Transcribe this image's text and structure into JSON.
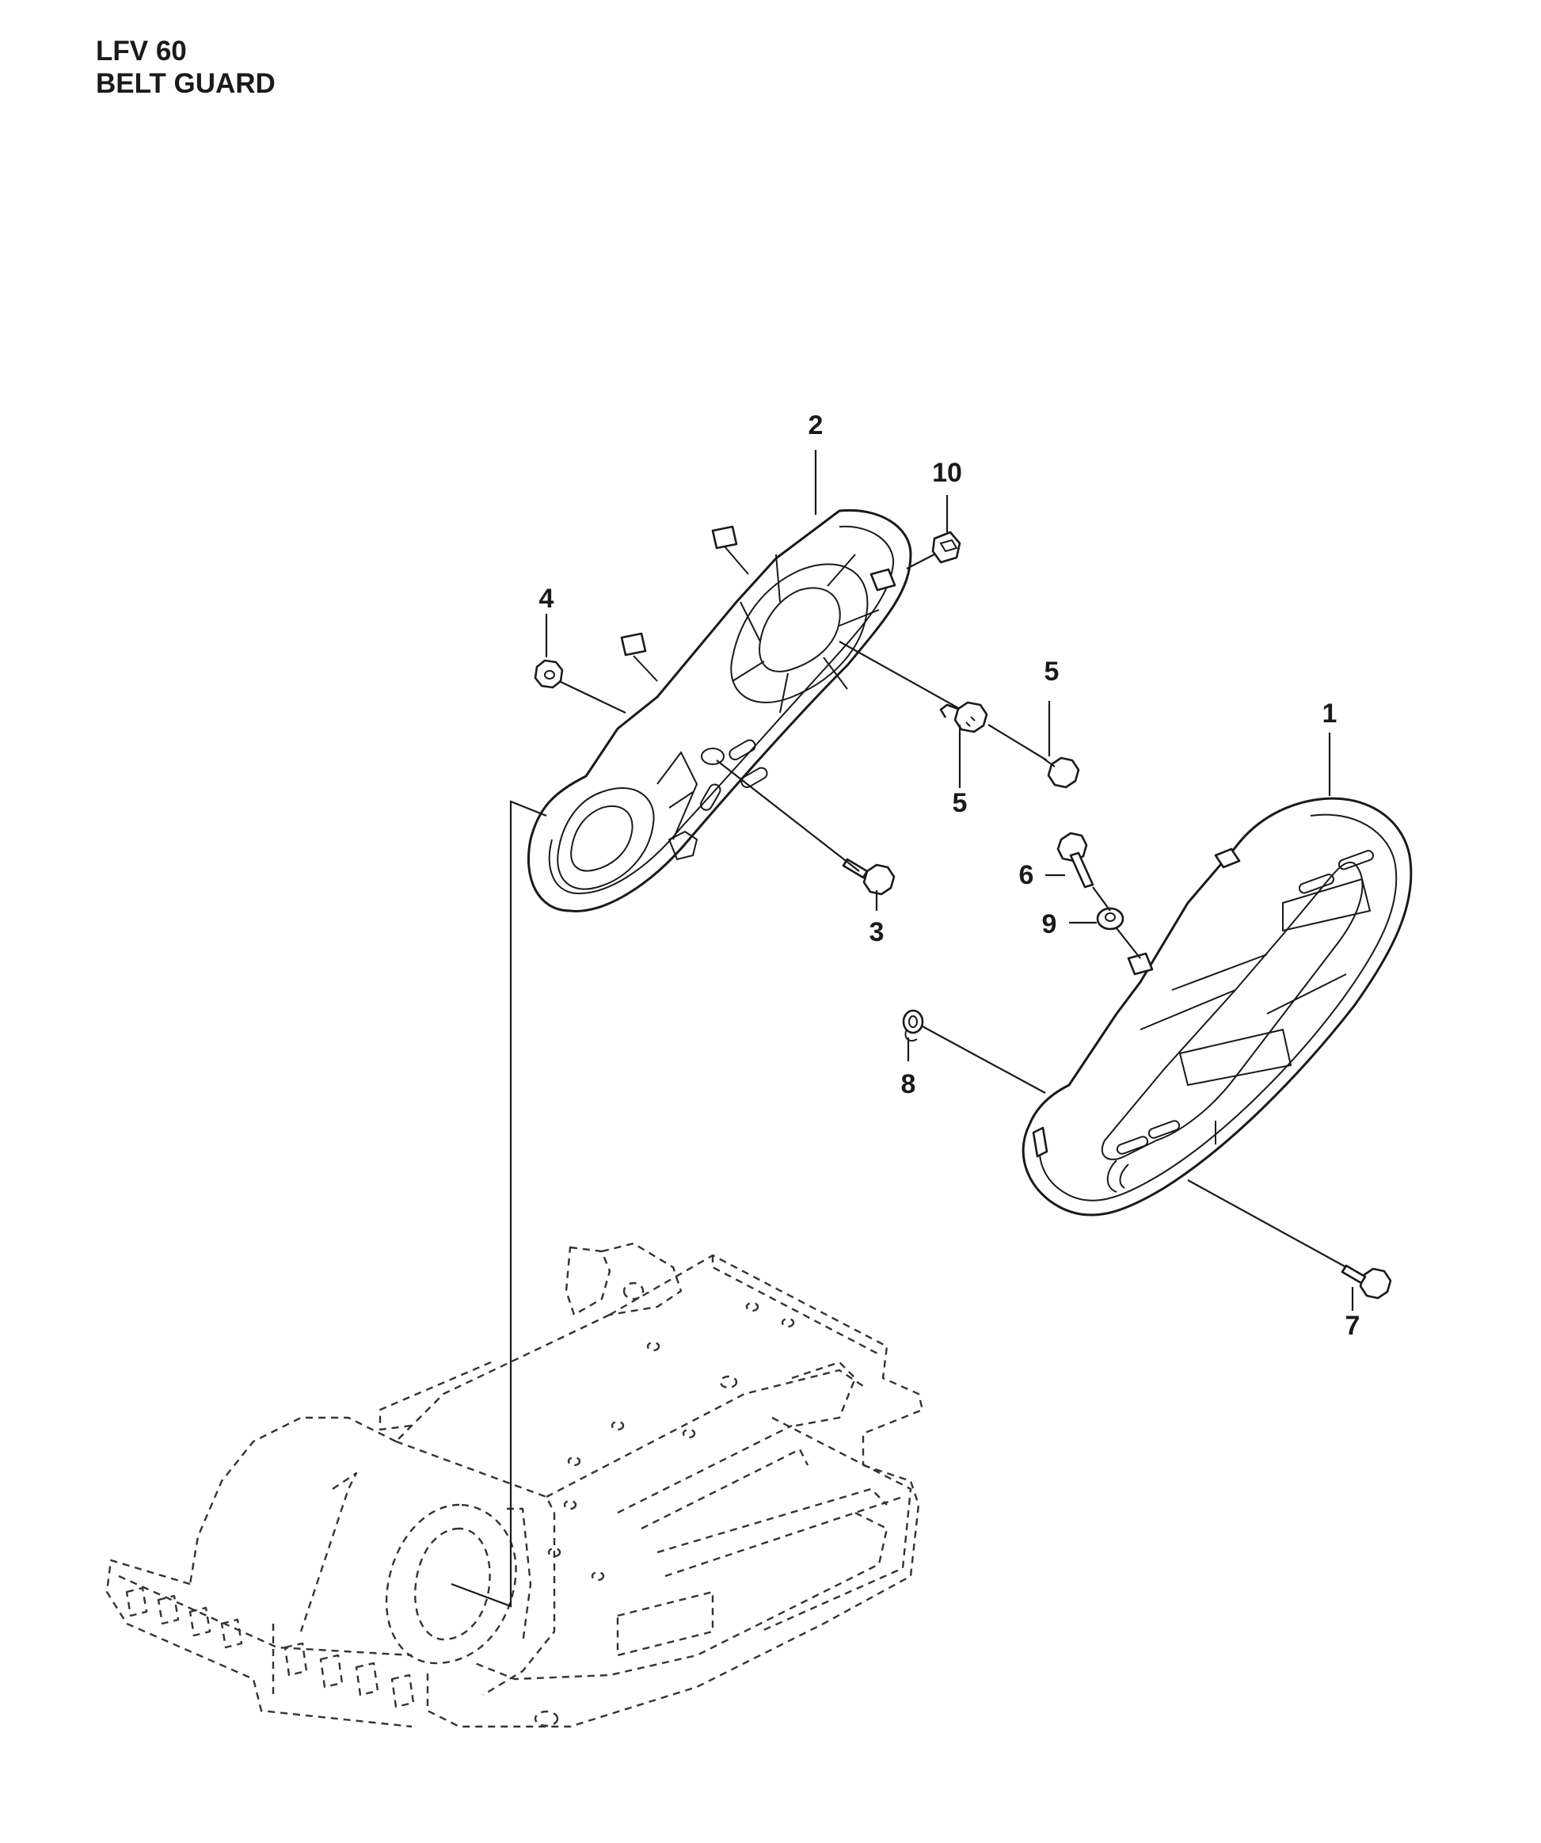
{
  "header": {
    "model": "LFV 60",
    "section": "BELT GUARD"
  },
  "callouts": {
    "c1": "1",
    "c2": "2",
    "c3": "3",
    "c4": "4",
    "c5a": "5",
    "c5b": "5",
    "c6": "6",
    "c7": "7",
    "c8": "8",
    "c9": "9",
    "c10": "10"
  }
}
